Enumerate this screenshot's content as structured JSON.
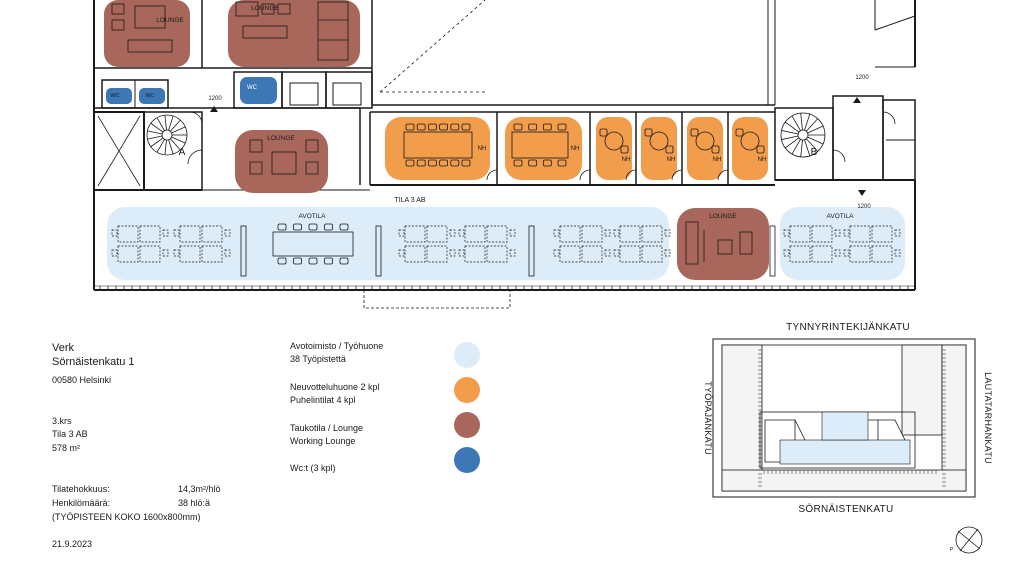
{
  "plan": {
    "tila_label": "TILA 3 AB",
    "stair_a": "A",
    "stair_b": "B",
    "avotila_left": "AVOTILA",
    "avotila_right": "AVOTILA",
    "lounge_top_left": "LOUNGE",
    "lounge_top_mid": "LOUNGE",
    "lounge_center": "LOUNGE",
    "lounge_right": "LOUNGE",
    "nh": "NH",
    "wc": "WC",
    "dim_1200_left": "1200",
    "dim_1200_top_right": "1200",
    "dim_1200_bottom_right": "1200"
  },
  "info": {
    "company": "Verk",
    "street": "Sörnäistenkatu 1",
    "postal": "00580 Helsinki",
    "floor": "3.krs",
    "space": "Tila 3 AB",
    "area": "578 m²",
    "density_label": "Tilatehokkuus:",
    "density_value": "14,3m²/hlö",
    "headcount_label": "Henkilömäärä:",
    "headcount_value": "38 hlö:ä",
    "workstation_note": "(TYÖPISTEEN KOKO 1600x800mm)",
    "date": "21.9.2023"
  },
  "legend": {
    "items": [
      {
        "line1": "Avotoimisto / Työhuone",
        "line2": "38 Työpistettä",
        "color": "#dcecf8"
      },
      {
        "line1": "Neuvotteluhuone 2 kpl",
        "line2": "Puhelintilat 4 kpl",
        "color": "#f19d4c"
      },
      {
        "line1": "Taukotila / Lounge",
        "line2": "Working Lounge",
        "color": "#a8675a"
      },
      {
        "line1": "Wc:t (3 kpl)",
        "line2": "",
        "color": "#3e77b6"
      }
    ]
  },
  "keymap": {
    "north": "TYNNYRINTEKIJÄNKATU",
    "south": "SÖRNÄISTENKATU",
    "west": "TYÖPAJANKATU",
    "east": "LAUTATARHANKATU",
    "compass": "P"
  },
  "colors": {
    "open_office": "#dcecf8",
    "meeting": "#f19d4c",
    "lounge": "#a8675a",
    "wc": "#3e77b6",
    "wall": "#1a1a1a"
  }
}
